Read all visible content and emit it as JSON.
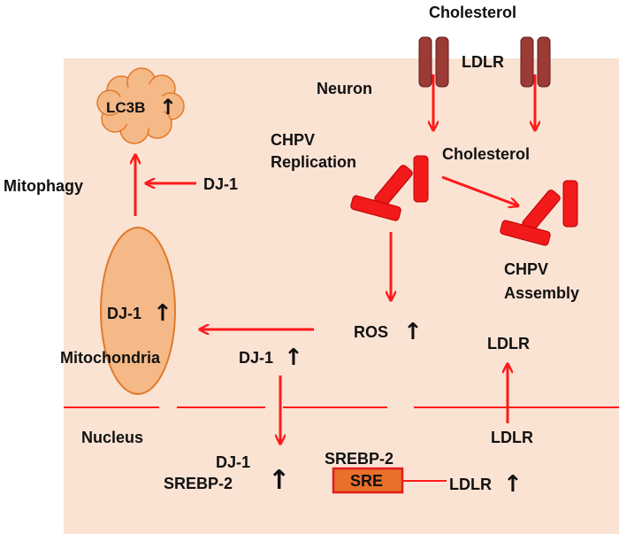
{
  "labels": {
    "cholesterol_outside": "Cholesterol",
    "ldlr_receptor": "LDLR",
    "neuron": "Neuron",
    "chpv_replication_1": "CHPV",
    "chpv_replication_2": "Replication",
    "cholesterol_inside": "Cholesterol",
    "chpv_assembly_1": "CHPV",
    "chpv_assembly_2": "Assembly",
    "lc3b": "LC3B",
    "mitophagy": "Mitophagy",
    "dj1_mitophagy": "DJ-1",
    "dj1_mito": "DJ-1",
    "mitochondria": "Mitochondria",
    "dj1_cyto": "DJ-1",
    "ros": "ROS",
    "ldlr_cyto": "LDLR",
    "nucleus": "Nucleus",
    "dj1_nuc": "DJ-1",
    "srebp2_nuc": "SREBP-2",
    "srebp2_sre": "SREBP-2",
    "sre": "SRE",
    "ldlr_nuc": "LDLR",
    "ldlr_gene": "LDLR"
  },
  "symbols": {
    "up_arrow": "↑"
  },
  "colors": {
    "cell": "#FBE3D4",
    "arrow": "#FF1A1A",
    "receptor": "#9C3A36",
    "organelle": "#F5B887",
    "organelle_stroke": "#E07A2A",
    "sre_box": "#E8702A",
    "sre_stroke": "#E01E1E",
    "virus": "#F21A1A"
  }
}
